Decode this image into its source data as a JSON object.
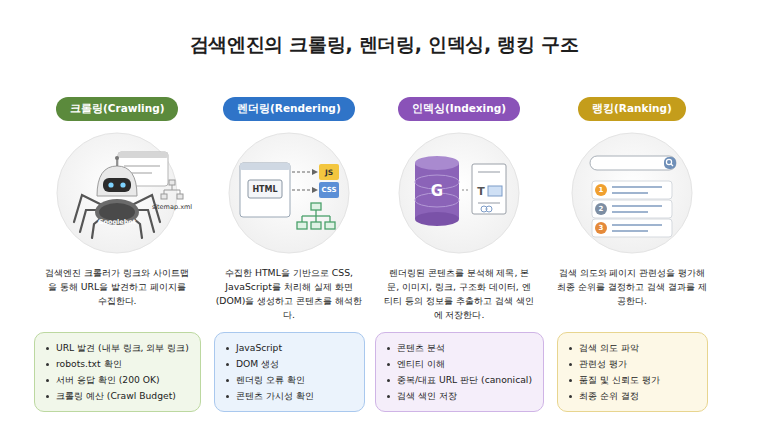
{
  "diagram": {
    "title": "검색엔진의 크롤링, 렌더링, 인덱싱, 랭킹 구조",
    "nodes": [
      {
        "text": [
          "크롤링(Crawling)"
        ]
      },
      {
        "text": [
          "URL 발견 (내부 링크, 외부 링크)",
          "robots.txt 확인",
          "서버 응답 확인 (200 OK)",
          "크롤링 예산 (Crawl Budget)"
        ]
      },
      {
        "text": [
          "렌더링(Rendering)"
        ]
      },
      {
        "text": [
          "JavaScript",
          "DOM 생성",
          "렌더링 오류 확인",
          "콘텐츠 가시성 확인"
        ]
      },
      {
        "text": [
          "인덱싱(Indexing)"
        ]
      },
      {
        "text": [
          "콘텐츠 분석",
          "엔티티 이해",
          "중복/대표 URL 판단 (canonical)",
          "검색 색인 저장"
        ]
      },
      {
        "text": [
          "랭킹(Ranking)"
        ]
      },
      {
        "text": [
          "검색 의도 파악",
          "관련성 평가",
          "품질 및 신뢰도 평가",
          "최종 순위 결정"
        ]
      }
    ],
    "labels": [
      "Googlebot",
      "sitemap.xml",
      "검색엔진 크롤러가 링크와 사이트맵을 통해 URL을 발견하고 페이지를 수집한다.",
      "HTML",
      "JS",
      "CSS",
      "수집한 HTML을 기반으로 CSS, JavaScript를 처리해 실제 화면(DOM)을 생성하고 콘텐츠를 해석한다.",
      "G",
      "T",
      "렌더링된 콘텐츠를 분석해 제목, 본문, 이미지, 링크, 구조화 데이터, 엔티티 등의 정보를 추출하고 검색 색인에 저장한다.",
      "1",
      "2",
      "3",
      "검색 의도와 페이지 관련성을 평가해 최종 순위를 결정하고 검색 결과를 제공한다."
    ]
  }
}
